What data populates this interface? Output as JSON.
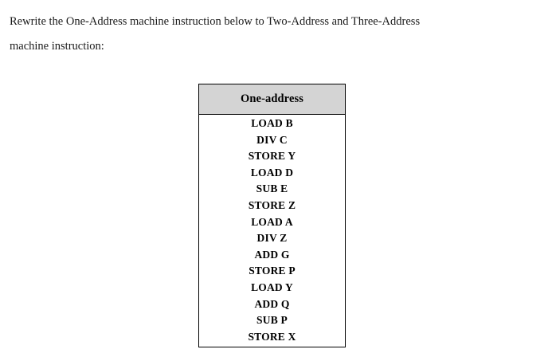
{
  "document": {
    "prompt": {
      "line1": "Rewrite the One-Address machine instruction below to Two-Address and Three-Address",
      "line2": "machine instruction:"
    }
  },
  "table": {
    "header": "One-address",
    "header_background": "#d4d4d4",
    "border_color": "#000000",
    "rows": [
      {
        "instruction": "LOAD B"
      },
      {
        "instruction": "DIV C"
      },
      {
        "instruction": "STORE Y"
      },
      {
        "instruction": "LOAD D"
      },
      {
        "instruction": "SUB E"
      },
      {
        "instruction": "STORE Z"
      },
      {
        "instruction": "LOAD A"
      },
      {
        "instruction": "DIV Z"
      },
      {
        "instruction": "ADD G"
      },
      {
        "instruction": "STORE P"
      },
      {
        "instruction": "LOAD Y"
      },
      {
        "instruction": "ADD Q"
      },
      {
        "instruction": "SUB P"
      },
      {
        "instruction": "STORE X"
      }
    ]
  },
  "footer": {
    "clipped_text": ""
  }
}
